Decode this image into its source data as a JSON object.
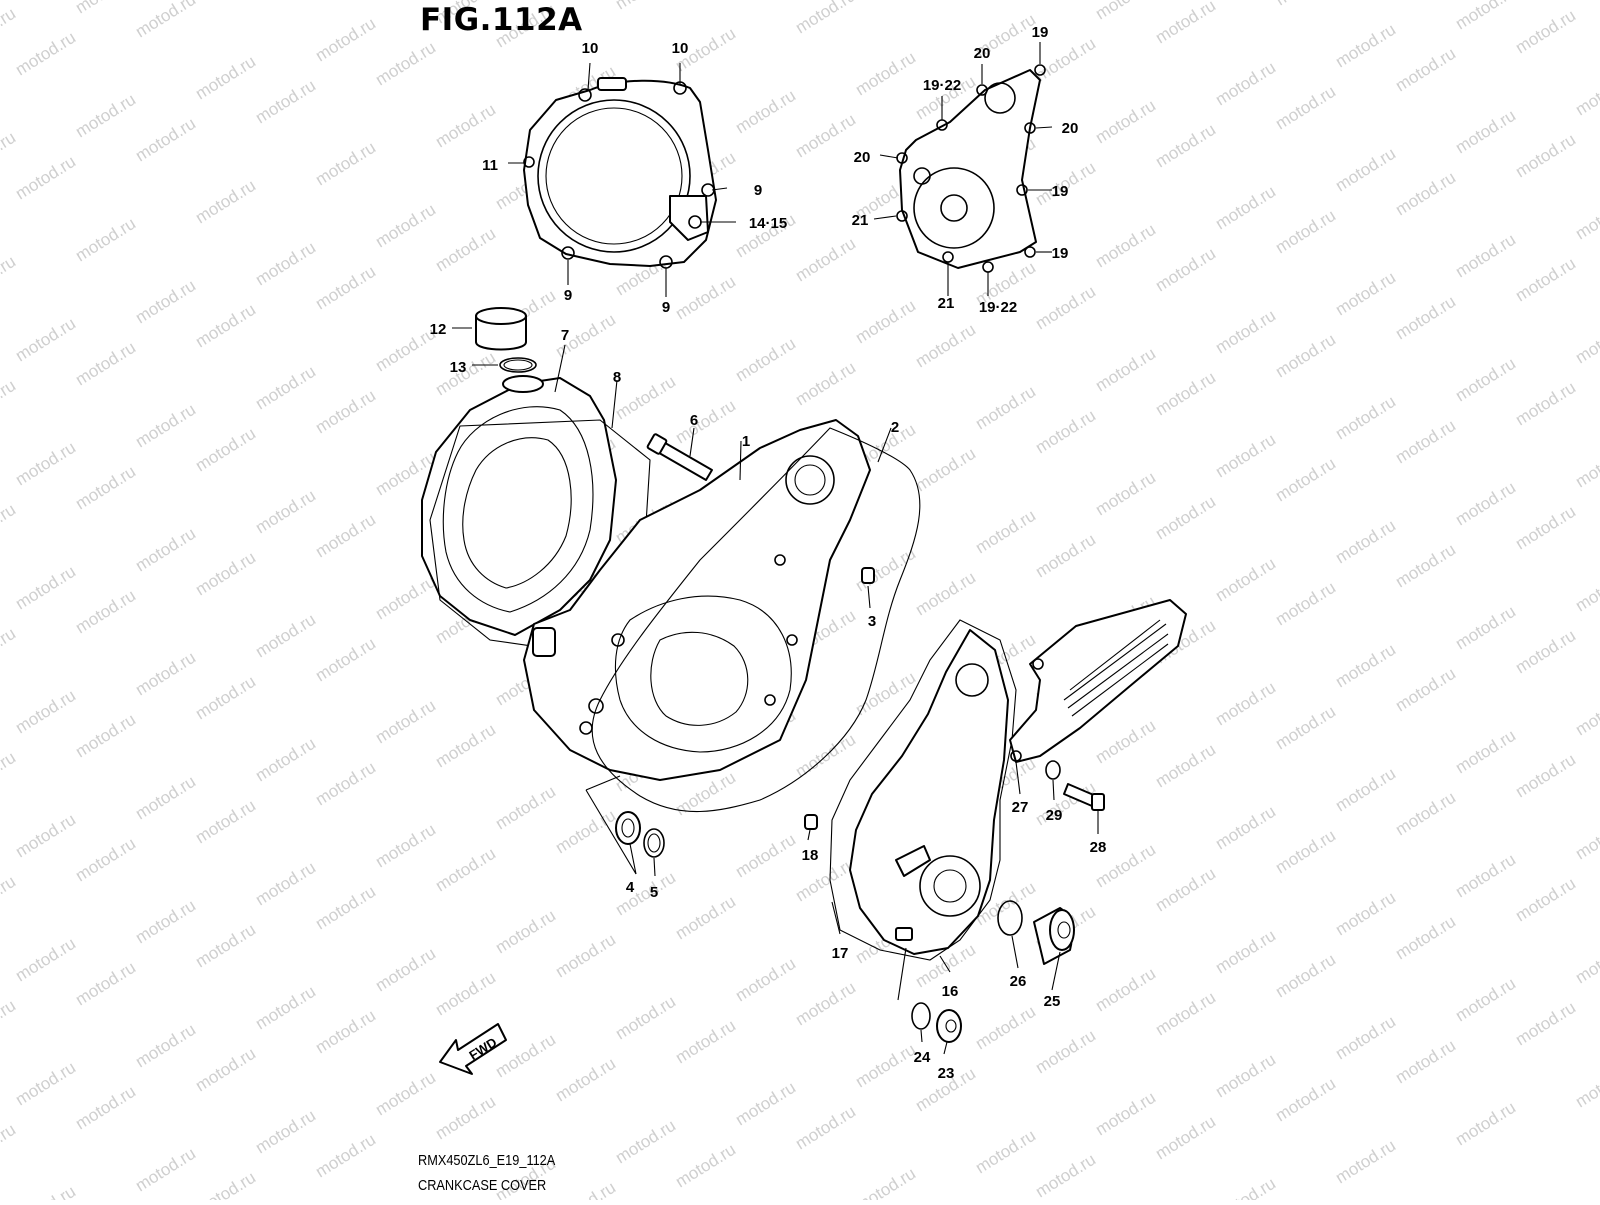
{
  "figure": {
    "title": "FIG.112A",
    "model_code": "RMX450ZL6_E19_112A",
    "group_name": "CRANKCASE COVER",
    "fwd_label": "FWD",
    "watermark": "motod.ru"
  },
  "callouts": [
    {
      "id": "c10a",
      "label": "10"
    },
    {
      "id": "c10b",
      "label": "10"
    },
    {
      "id": "c11",
      "label": "11"
    },
    {
      "id": "c9a",
      "label": "9"
    },
    {
      "id": "c1415",
      "label": "14·15"
    },
    {
      "id": "c9b",
      "label": "9"
    },
    {
      "id": "c9c",
      "label": "9"
    },
    {
      "id": "c19a",
      "label": "19"
    },
    {
      "id": "c20a",
      "label": "20"
    },
    {
      "id": "c1922a",
      "label": "19·22"
    },
    {
      "id": "c20b",
      "label": "20"
    },
    {
      "id": "c20c",
      "label": "20"
    },
    {
      "id": "c19b",
      "label": "19"
    },
    {
      "id": "c21a",
      "label": "21"
    },
    {
      "id": "c19c",
      "label": "19"
    },
    {
      "id": "c21b",
      "label": "21"
    },
    {
      "id": "c1922b",
      "label": "19·22"
    },
    {
      "id": "c12",
      "label": "12"
    },
    {
      "id": "c13",
      "label": "13"
    },
    {
      "id": "c7",
      "label": "7"
    },
    {
      "id": "c8",
      "label": "8"
    },
    {
      "id": "c6",
      "label": "6"
    },
    {
      "id": "c1",
      "label": "1"
    },
    {
      "id": "c2",
      "label": "2"
    },
    {
      "id": "c3",
      "label": "3"
    },
    {
      "id": "c4",
      "label": "4"
    },
    {
      "id": "c5",
      "label": "5"
    },
    {
      "id": "c18",
      "label": "18"
    },
    {
      "id": "c17",
      "label": "17"
    },
    {
      "id": "c16",
      "label": "16"
    },
    {
      "id": "c24",
      "label": "24"
    },
    {
      "id": "c23",
      "label": "23"
    },
    {
      "id": "c26",
      "label": "26"
    },
    {
      "id": "c25",
      "label": "25"
    },
    {
      "id": "c27",
      "label": "27"
    },
    {
      "id": "c29",
      "label": "29"
    },
    {
      "id": "c28",
      "label": "28"
    }
  ]
}
